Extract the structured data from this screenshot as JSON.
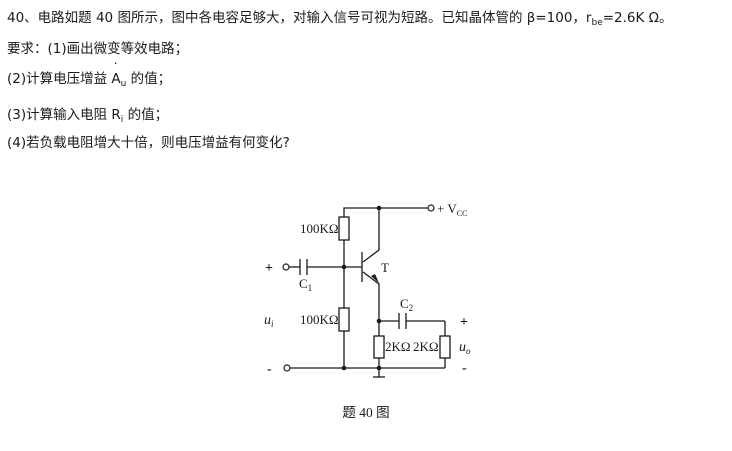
{
  "question": {
    "line1": "40、电路如题 40 图所示，图中各电容足够大，对输入信号可视为短路。已知晶体管的 β=100，r",
    "line1_sub": "be",
    "line1_tail": "=2.6K Ω。",
    "line2": "要求：(1)画出微变等效电路；",
    "line3_pre": "(2)计算电压增益 ",
    "line3_sym": "A",
    "line3_sub": "u",
    "line3_post": " 的值；",
    "line4_pre": "(3)计算输入电阻 R",
    "line4_sub": "i",
    "line4_post": " 的值；",
    "line5": "(4)若负载电阻增大十倍，则电压增益有何变化?"
  },
  "circuit": {
    "r_top": "100KΩ",
    "r_bottom": "100KΩ",
    "r_emitter": "2KΩ",
    "r_load": "2KΩ",
    "transistor": "T",
    "c1_main": "C",
    "c1_sub": "1",
    "c2_main": "C",
    "c2_sub": "2",
    "vcc_main": "+ V",
    "vcc_sub": "CC",
    "in_plus": "+",
    "in_minus": "-",
    "in_label_main": "u",
    "in_label_sub": "i",
    "out_plus": "+",
    "out_minus": "-",
    "out_label_main": "u",
    "out_label_sub": "o",
    "caption": "题 40 图"
  }
}
